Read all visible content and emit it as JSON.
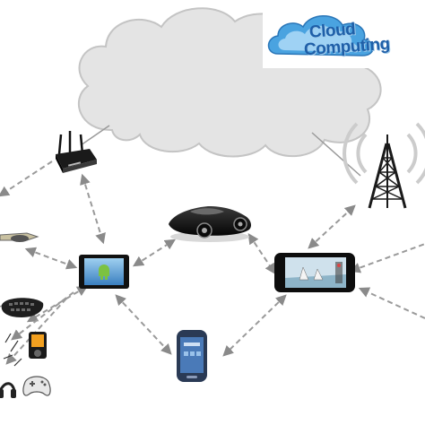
{
  "logo": {
    "line1": "Cloud",
    "line2": "Computing",
    "icon": "cloud-logo-icon",
    "text_color": "#1f5fa8",
    "cloud_color": "#4aa3e0"
  },
  "colors": {
    "cloud_fill": "#e4e4e4",
    "cloud_stroke": "#c4c4c4",
    "link_line": "#9a9a9a",
    "solid_line": "#b0b0b0"
  },
  "devices": [
    {
      "name": "wireless-router",
      "icon": "router-icon"
    },
    {
      "name": "cell-tower",
      "icon": "antenna-tower-icon"
    },
    {
      "name": "sports-car",
      "icon": "car-icon"
    },
    {
      "name": "android-tablet",
      "icon": "tablet-icon"
    },
    {
      "name": "smartphone-landscape",
      "icon": "smartphone-icon"
    },
    {
      "name": "samsung-phone",
      "icon": "phone-icon"
    },
    {
      "name": "drone",
      "icon": "drone-icon"
    },
    {
      "name": "keyboard-remote",
      "icon": "keyboard-icon"
    },
    {
      "name": "mp3-player",
      "icon": "media-player-icon"
    },
    {
      "name": "headphones",
      "icon": "headphones-icon"
    },
    {
      "name": "game-controller",
      "icon": "gamepad-icon"
    }
  ]
}
